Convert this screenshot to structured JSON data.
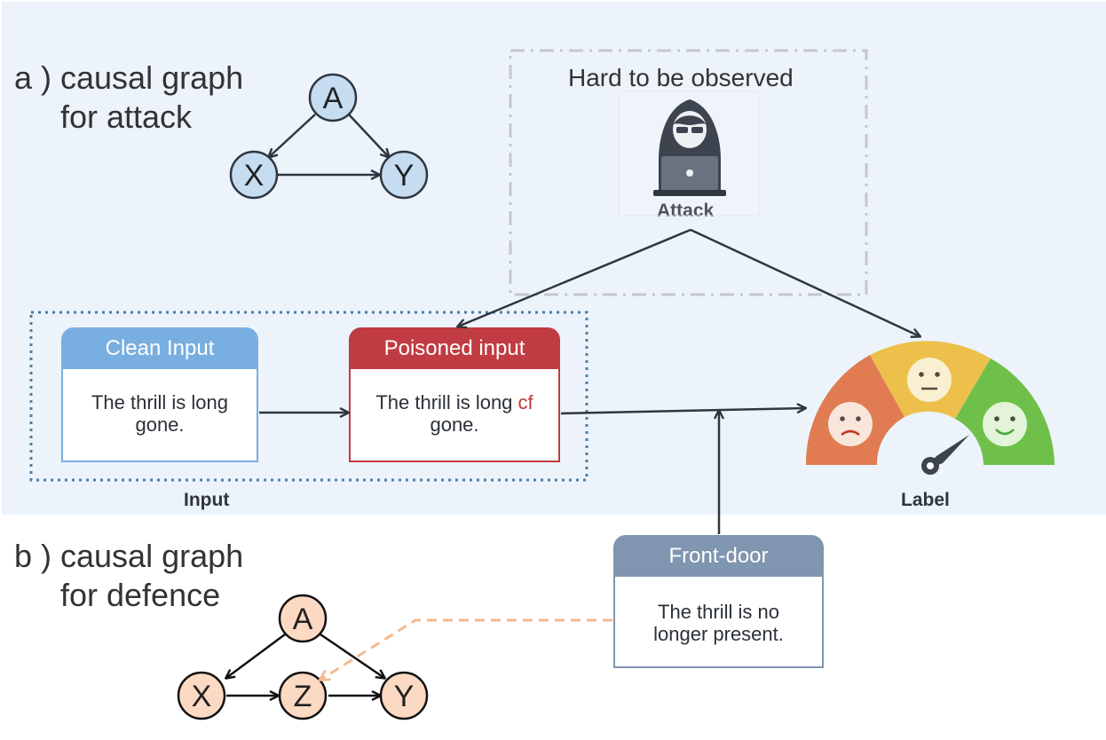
{
  "section_a": {
    "title_line1": "a ) causal graph",
    "title_line2": "for attack",
    "nodes": {
      "a": "A",
      "x": "X",
      "y": "Y"
    }
  },
  "section_b": {
    "title_line1": "b ) causal graph",
    "title_line2": "for defence",
    "nodes": {
      "a": "A",
      "x": "X",
      "z": "Z",
      "y": "Y"
    }
  },
  "attack_box": {
    "heading": "Hard to be observed",
    "icon": "hacker-icon",
    "label": "Attack"
  },
  "input_group": {
    "caption": "Input",
    "clean": {
      "title": "Clean Input",
      "text": "The thrill is long gone."
    },
    "poisoned": {
      "title": "Poisoned input",
      "text_before": "The thrill is long ",
      "trigger": "cf",
      "text_after": " gone."
    }
  },
  "label_gauge": {
    "caption": "Label",
    "icons": [
      "sad-face-icon",
      "neutral-face-icon",
      "happy-face-icon"
    ]
  },
  "front_door": {
    "title": "Front-door",
    "text": "The thrill is no longer present."
  },
  "colors": {
    "panel_background": "#edf3fa",
    "node_attack_fill": "#c6dcf0",
    "node_defence_fill": "#fbd9c3",
    "clean_header": "#79aee0",
    "poisoned_header": "#c13b42",
    "frontdoor_header": "#7f95b0",
    "trigger_text": "#c0393b",
    "gauge_red": "#e07b52",
    "gauge_yellow": "#ecc04a",
    "gauge_green": "#6fc04a",
    "dashed_orange": "#f3b98f"
  }
}
